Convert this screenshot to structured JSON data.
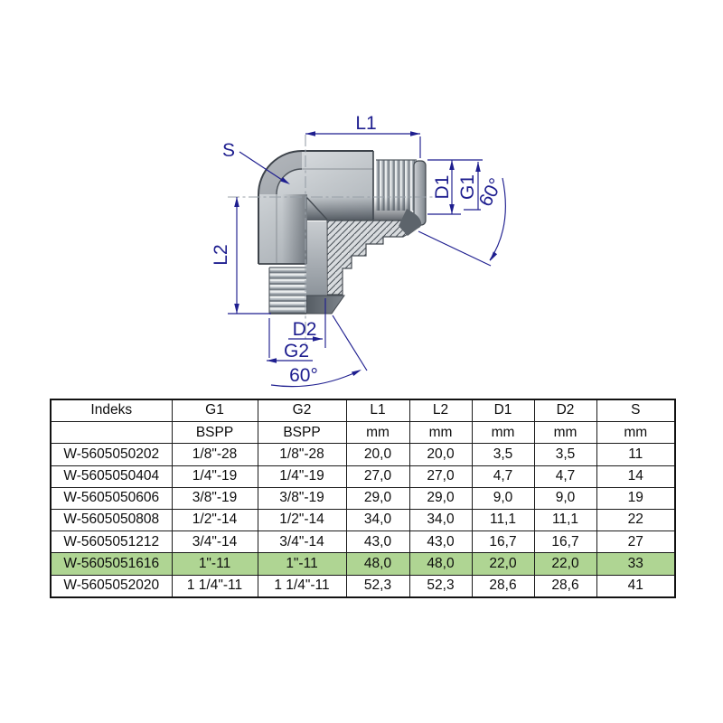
{
  "page": {
    "background": "#ffffff"
  },
  "diagram": {
    "title": "90-degree elbow fitting dimensional drawing",
    "labels": {
      "l1": "L1",
      "s": "S",
      "l2": "L2",
      "d1": "D1",
      "g1": "G1",
      "angle_top": "60°",
      "d2": "D2",
      "g2": "G2",
      "angle_bottom": "60°"
    },
    "colors": {
      "dimension": "#1e1e8f",
      "centerline": "#98a0a8",
      "body_light": "#dcdfe2",
      "body_dark": "#a7adb3",
      "hatch_line": "#4d545b",
      "hatch_bg": "#d8dbde",
      "cone_face": "#5d646b"
    }
  },
  "table": {
    "columns": [
      "Indeks",
      "G1",
      "G2",
      "L1",
      "L2",
      "D1",
      "D2",
      "S"
    ],
    "units": [
      "",
      "BSPP",
      "BSPP",
      "mm",
      "mm",
      "mm",
      "mm",
      "mm"
    ],
    "rows": [
      {
        "cells": [
          "W-5605050202",
          "1/8\"-28",
          "1/8\"-28",
          "20,0",
          "20,0",
          "3,5",
          "3,5",
          "11"
        ],
        "highlighted": false
      },
      {
        "cells": [
          "W-5605050404",
          "1/4\"-19",
          "1/4\"-19",
          "27,0",
          "27,0",
          "4,7",
          "4,7",
          "14"
        ],
        "highlighted": false
      },
      {
        "cells": [
          "W-5605050606",
          "3/8\"-19",
          "3/8\"-19",
          "29,0",
          "29,0",
          "9,0",
          "9,0",
          "19"
        ],
        "highlighted": false
      },
      {
        "cells": [
          "W-5605050808",
          "1/2\"-14",
          "1/2\"-14",
          "34,0",
          "34,0",
          "11,1",
          "11,1",
          "22"
        ],
        "highlighted": false
      },
      {
        "cells": [
          "W-5605051212",
          "3/4\"-14",
          "3/4\"-14",
          "43,0",
          "43,0",
          "16,7",
          "16,7",
          "27"
        ],
        "highlighted": false
      },
      {
        "cells": [
          "W-5605051616",
          "1\"-11",
          "1\"-11",
          "48,0",
          "48,0",
          "22,0",
          "22,0",
          "33"
        ],
        "highlighted": true
      },
      {
        "cells": [
          "W-5605052020",
          "1 1/4\"-11",
          "1 1/4\"-11",
          "52,3",
          "52,3",
          "28,6",
          "28,6",
          "41"
        ],
        "highlighted": false
      }
    ],
    "highlight_color": "#afd593"
  }
}
